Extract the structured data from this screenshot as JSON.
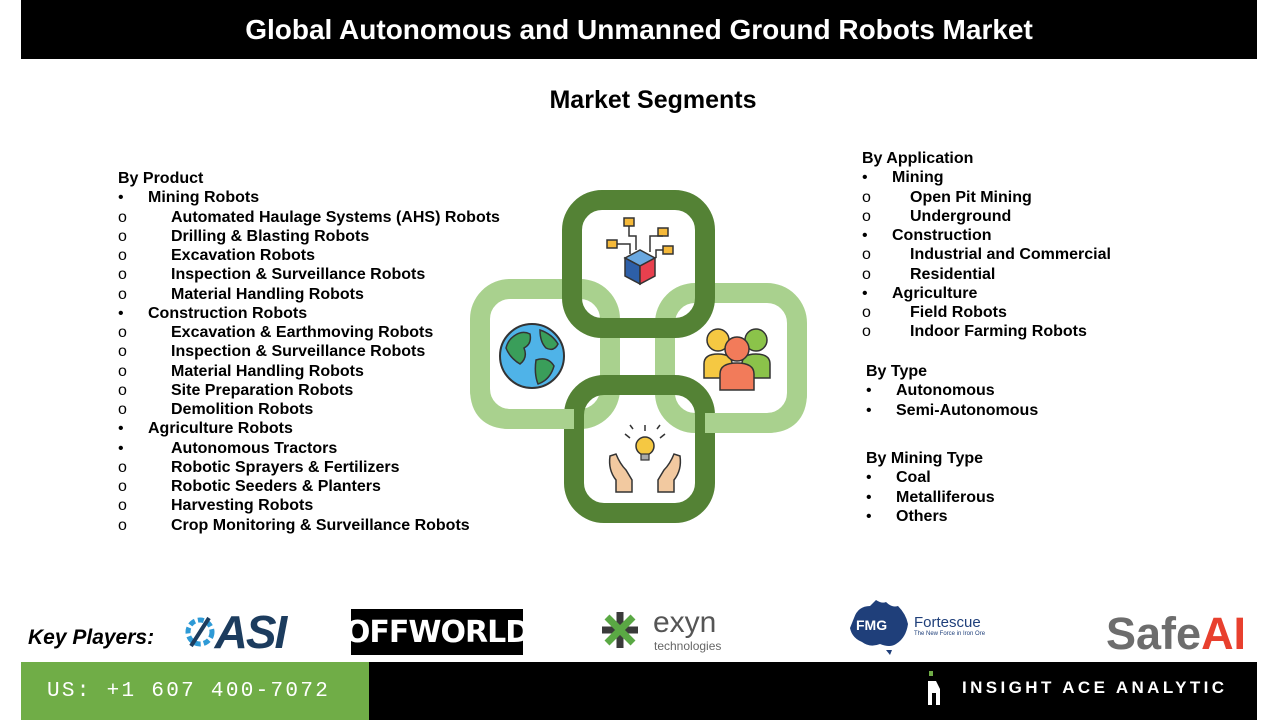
{
  "header": {
    "title": "Global Autonomous and Unmanned Ground Robots Market"
  },
  "subtitle": "Market Segments",
  "by_product": {
    "heading": "By Product",
    "items": [
      {
        "marker": "•",
        "text": "Mining Robots",
        "level": 1
      },
      {
        "marker": "o",
        "text": "Automated Haulage Systems (AHS) Robots",
        "level": 2
      },
      {
        "marker": "o",
        "text": "Drilling & Blasting Robots",
        "level": 2
      },
      {
        "marker": "o",
        "text": "Excavation Robots",
        "level": 2
      },
      {
        "marker": "o",
        "text": "Inspection & Surveillance Robots",
        "level": 2
      },
      {
        "marker": "o",
        "text": "Material Handling Robots",
        "level": 2
      },
      {
        "marker": "•",
        "text": "Construction Robots",
        "level": 1
      },
      {
        "marker": "o",
        "text": "Excavation & Earthmoving Robots",
        "level": 2
      },
      {
        "marker": "o",
        "text": "Inspection & Surveillance Robots",
        "level": 2
      },
      {
        "marker": "o",
        "text": "Material Handling Robots",
        "level": 2
      },
      {
        "marker": "o",
        "text": "Site Preparation Robots",
        "level": 2
      },
      {
        "marker": "o",
        "text": "Demolition Robots",
        "level": 2
      },
      {
        "marker": "•",
        "text": "Agriculture Robots",
        "level": 1
      },
      {
        "marker": "•",
        "text": "Autonomous Tractors",
        "level": 2
      },
      {
        "marker": "o",
        "text": "Robotic Sprayers & Fertilizers",
        "level": 2
      },
      {
        "marker": "o",
        "text": "Robotic Seeders & Planters",
        "level": 2
      },
      {
        "marker": "o",
        "text": "Harvesting Robots",
        "level": 2
      },
      {
        "marker": "o",
        "text": "Crop Monitoring & Surveillance Robots",
        "level": 2
      }
    ]
  },
  "by_application": {
    "heading": "By  Application",
    "items": [
      {
        "marker": "•",
        "text": "Mining",
        "level": 1
      },
      {
        "marker": "o",
        "text": "Open Pit Mining",
        "level": 2
      },
      {
        "marker": "o",
        "text": "Underground",
        "level": 2
      },
      {
        "marker": "•",
        "text": "Construction",
        "level": 1
      },
      {
        "marker": "o",
        "text": "Industrial and Commercial",
        "level": 2
      },
      {
        "marker": "o",
        "text": "Residential",
        "level": 2
      },
      {
        "marker": "•",
        "text": "Agriculture",
        "level": 1
      },
      {
        "marker": "o",
        "text": "Field Robots",
        "level": 2
      },
      {
        "marker": "o",
        "text": "Indoor Farming Robots",
        "level": 2
      }
    ]
  },
  "by_type": {
    "heading": "By Type",
    "items": [
      {
        "marker": "•",
        "text": "Autonomous",
        "level": 1
      },
      {
        "marker": "•",
        "text": "Semi-Autonomous",
        "level": 1
      }
    ]
  },
  "by_mining_type": {
    "heading": "By Mining Type",
    "items": [
      {
        "marker": "•",
        "text": "Coal",
        "level": 1
      },
      {
        "marker": "•",
        "text": "Metalliferous",
        "level": 1
      },
      {
        "marker": "•",
        "text": "Others",
        "level": 1
      }
    ]
  },
  "graphic": {
    "icons": [
      "network-cube-icon",
      "globe-icon",
      "people-group-icon",
      "hands-lightbulb-icon"
    ],
    "colors": {
      "dark_green": "#548235",
      "light_green": "#a9d18e"
    }
  },
  "key_players": {
    "label": "Key Players:",
    "logos": {
      "asi": "ASI",
      "offworld": "OFFWORLD",
      "exyn_name": "exyn",
      "exyn_sub": "technologies",
      "fmg_mark": "FMG",
      "fmg_name": "Fortescue",
      "fmg_sub": "The New Force in Iron Ore",
      "safeai_1": "Safe",
      "safeai_2": "AI"
    }
  },
  "footer": {
    "phone": "US: +1 607 400-7072",
    "brand": "INSIGHT ACE ANALYTIC",
    "colors": {
      "green": "#70ad47",
      "black": "#000000"
    }
  }
}
